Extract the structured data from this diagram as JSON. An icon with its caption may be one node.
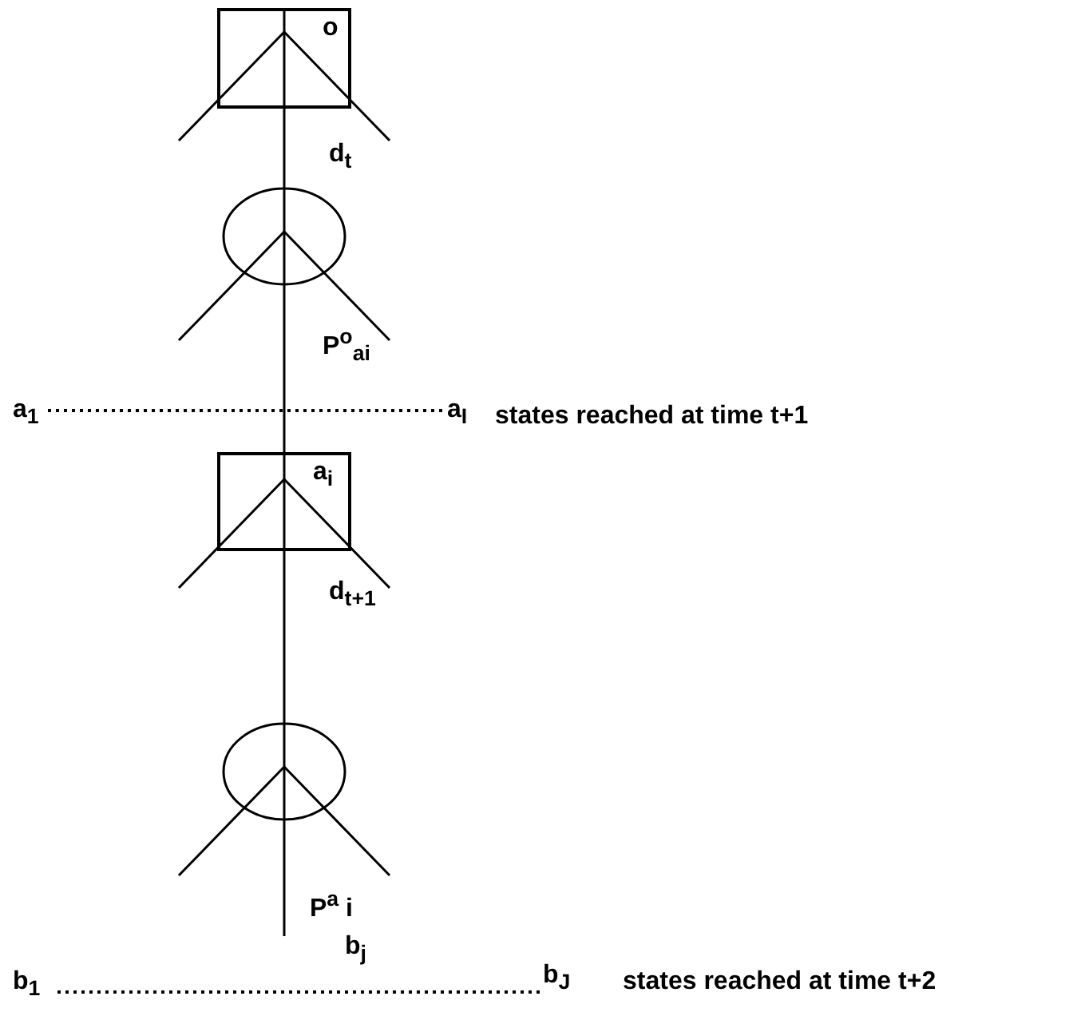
{
  "diagram": {
    "nodes": [
      {
        "text": [
          "o"
        ]
      },
      {
        "text": [],
        "shape": "circle"
      },
      {
        "text": [
          "a$_{i}$"
        ]
      },
      {
        "text": [],
        "shape": "circle"
      },
      {
        "text": [
          "b$_{j}$"
        ]
      }
    ],
    "edges": [
      {
        "from": 0,
        "to": 1,
        "arrow": "none",
        "label": "d$_{t}$"
      },
      {
        "from": 1,
        "to": 2,
        "arrow": "none",
        "label": "P$^{o}$$_{a}$$_{i}$"
      },
      {
        "from": 2,
        "to": 3,
        "arrow": "none",
        "label": "d$_{t+1}$"
      },
      {
        "from": 3,
        "to": 4,
        "arrow": "none",
        "label": "P$^{a}$ i"
      }
    ],
    "labels": [
      "a$_{1}$",
      "a$_{I}$",
      "states reached at time t+1",
      "b$_{1}$",
      "b$_{J}$",
      "states reached at time t+2"
    ]
  }
}
